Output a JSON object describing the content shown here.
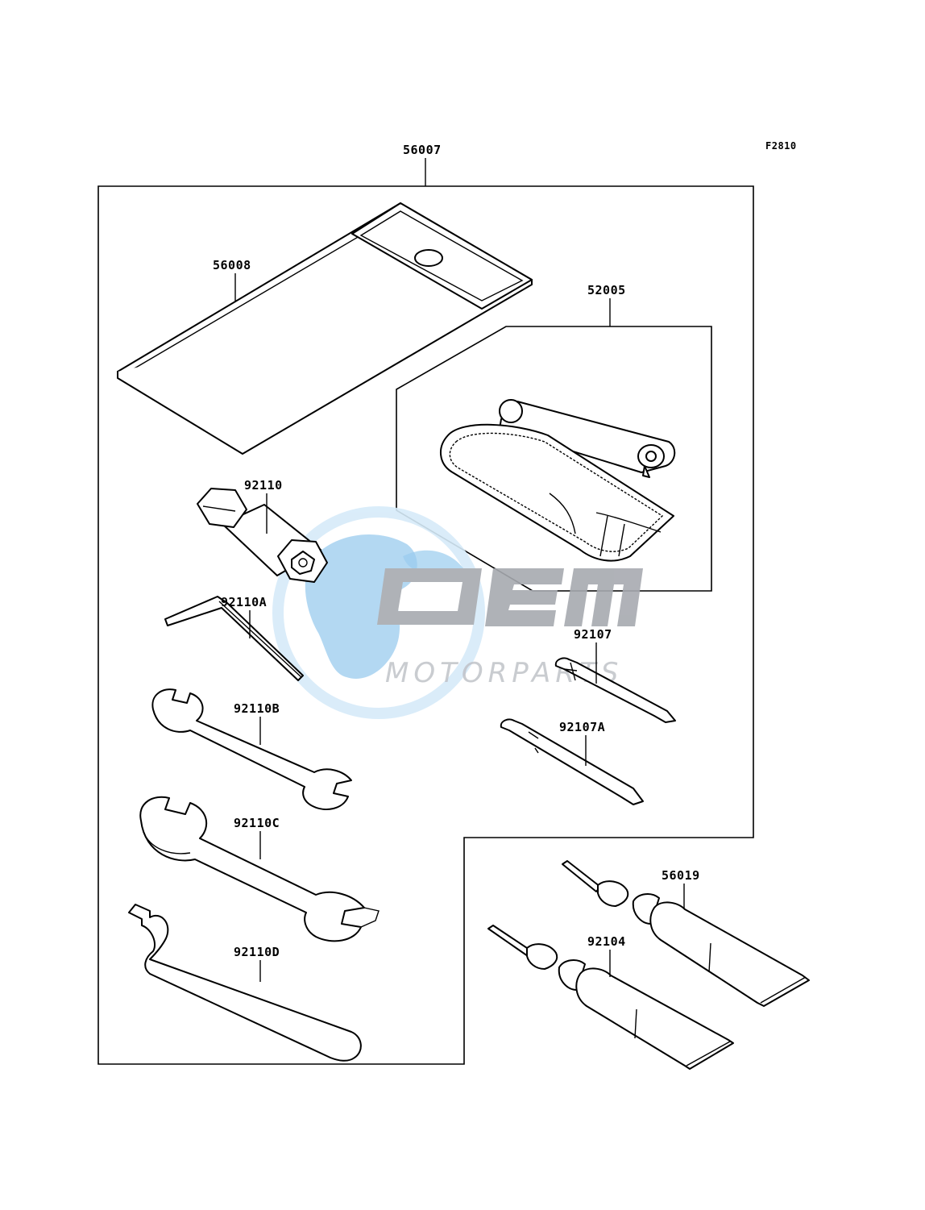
{
  "diagram": {
    "figure_code": "F2810",
    "labels": {
      "p56007": "56007",
      "p56008": "56008",
      "p52005": "52005",
      "p92110": "92110",
      "p92110A": "92110A",
      "p92110B": "92110B",
      "p92110C": "92110C",
      "p92110D": "92110D",
      "p92107": "92107",
      "p92107A": "92107A",
      "p56019": "56019",
      "p92104": "92104"
    }
  },
  "watermark": {
    "logo_text": "OEM",
    "tagline": "MOTORPARTS",
    "colors": {
      "globe": "#8fc6ec",
      "letters": "#a7aab0",
      "ring": "#cfe6f7"
    }
  }
}
